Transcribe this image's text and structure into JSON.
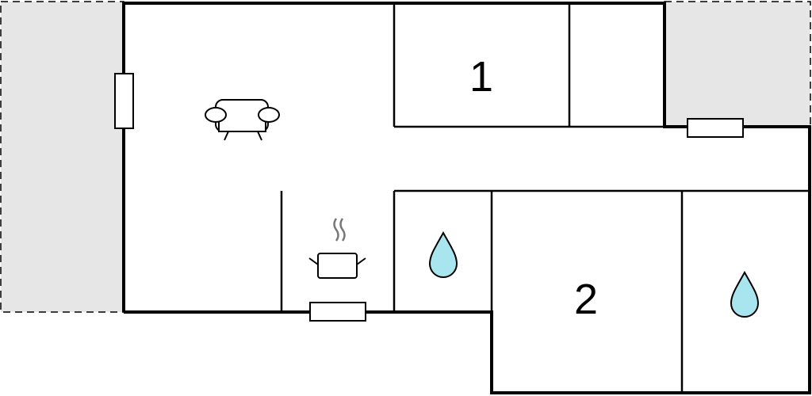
{
  "floorplan": {
    "rooms": [
      {
        "id": "bedroom-1",
        "label": "1"
      },
      {
        "id": "bedroom-2",
        "label": "2"
      }
    ],
    "icons": {
      "living": "sofa-icon",
      "kitchen": "cooking-pot-icon",
      "bath_1": "water-drop-icon",
      "bath_2": "water-drop-icon"
    },
    "colors": {
      "wall": "#000000",
      "terrace": "#e6e6e6",
      "water": "#a9e5ef",
      "floor": "#ffffff"
    }
  }
}
